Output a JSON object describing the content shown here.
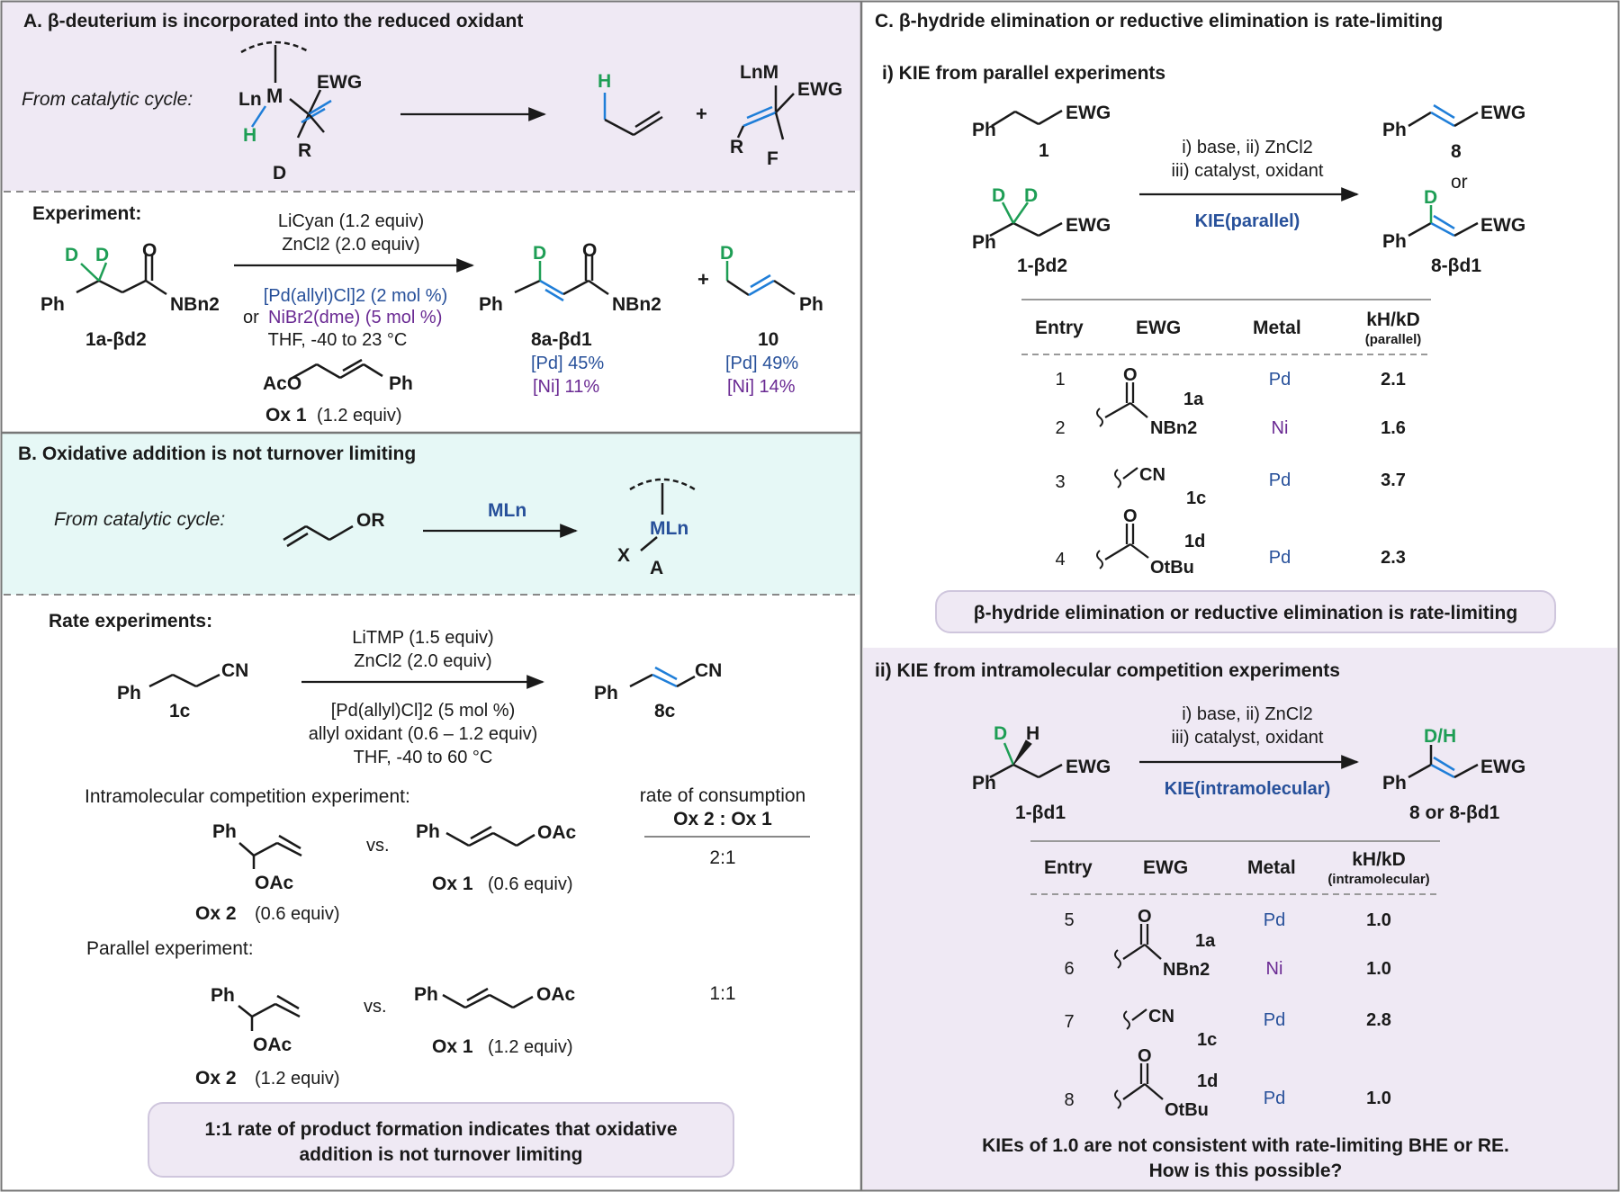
{
  "colors": {
    "blue": "#1f7ed8",
    "green": "#1e9e55",
    "pd_blue": "#27509a",
    "ni_purple": "#6a2a93",
    "panel_lavender": "#efe9f4",
    "panel_mint": "#e6f8f6",
    "border": "#777777"
  },
  "panelA": {
    "title": "A. β-deuterium is incorporated into the reduced oxidant",
    "from_cycle": "From catalytic cycle:",
    "scheme": {
      "Ln": "Ln",
      "M": "M",
      "H": "H",
      "D": "D",
      "R": "R",
      "EWG": "EWG",
      "plus": "+",
      "H_prod": "H",
      "LnM": "LnM",
      "EWG2": "EWG",
      "R2": "R",
      "F": "F"
    },
    "experiment_label": "Experiment:",
    "conditions": {
      "line1": "LiCyan (1.2 equiv)",
      "line2": "ZnCl2 (2.0 equiv)",
      "pd": "[Pd(allyl)Cl]2 (2 mol %)",
      "ni_prefix": "or",
      "ni": "NiBr2(dme) (5 mol %)",
      "solvent": "THF, -40 to 23 °C",
      "ox_label": "Ox 1",
      "ox_equiv": "(1.2 equiv)"
    },
    "sm": {
      "D1": "D",
      "D2": "D",
      "O": "O",
      "Ph": "Ph",
      "N": "NBn2",
      "label": "1a-βd2"
    },
    "prod": {
      "D": "D",
      "O": "O",
      "Ph": "Ph",
      "N": "NBn2",
      "label": "8a-βd1",
      "pd": "[Pd] 45%",
      "ni": "[Ni] 11%"
    },
    "side": {
      "plus": "+",
      "D": "D",
      "Ph": "Ph",
      "label": "10",
      "pd": "[Pd] 49%",
      "ni": "[Ni] 14%"
    },
    "oxidant": {
      "AcO": "AcO",
      "Ph": "Ph"
    }
  },
  "panelB": {
    "title": "B. Oxidative addition is not turnover limiting",
    "from_cycle": "From catalytic cycle:",
    "sm": "OR",
    "reagent": "MLn",
    "prod": {
      "X": "X",
      "ML": "MLn",
      "label": "A"
    },
    "rate_label": "Rate experiments:",
    "conditions": {
      "line1": "LiTMP (1.5 equiv)",
      "line2": "ZnCl2 (2.0 equiv)",
      "line3": "[Pd(allyl)Cl]2 (5 mol %)",
      "line4": "allyl oxidant (0.6 – 1.2 equiv)",
      "line5": "THF, -40 to 60 °C"
    },
    "sm1c": {
      "Ph": "Ph",
      "CN": "CN",
      "label": "1c"
    },
    "prod8c": {
      "Ph": "Ph",
      "CN": "CN",
      "label": "8c"
    },
    "intra_label": "Intramolecular competition experiment:",
    "parallel_label": "Parallel experiment:",
    "rate_header1": "rate of consumption",
    "rate_header2": "Ox 2 : Ox 1",
    "rate_intra": "2:1",
    "rate_parallel": "1:1",
    "ox2": {
      "Ph": "Ph",
      "OAc": "OAc",
      "label": "Ox 2",
      "equiv_intra": "(0.6 equiv)",
      "equiv_par": "(1.2 equiv)"
    },
    "ox1": {
      "Ph": "Ph",
      "OAc": "OAc",
      "label": "Ox 1",
      "equiv_intra": "(0.6 equiv)",
      "equiv_par": "(1.2 equiv)"
    },
    "vs": "vs.",
    "conclusion_l1": "1:1 rate of product formation indicates that oxidative",
    "conclusion_l2": "addition is not turnover limiting"
  },
  "panelC": {
    "title": "C. β-hydride elimination or reductive elimination is rate-limiting",
    "sub1": "i) KIE from parallel experiments",
    "sub2": "ii) KIE from intramolecular competition experiments",
    "cond1": "i) base, ii) ZnCl2",
    "cond2": "iii) catalyst, oxidant",
    "kie_parallel": "KIE(parallel)",
    "kie_intra": "KIE(intramolecular)",
    "s1": {
      "Ph": "Ph",
      "EWG": "EWG",
      "label": "1"
    },
    "s1d2": {
      "D1": "D",
      "D2": "D",
      "Ph": "Ph",
      "EWG": "EWG",
      "label": "1-βd2"
    },
    "p8": {
      "Ph": "Ph",
      "EWG": "EWG",
      "label": "8",
      "or": "or"
    },
    "p8d1": {
      "D": "D",
      "Ph": "Ph",
      "EWG": "EWG",
      "label": "8-βd1"
    },
    "s1d1": {
      "D": "D",
      "H": "H",
      "Ph": "Ph",
      "EWG": "EWG",
      "label": "1-βd1"
    },
    "p8dh": {
      "DH": "D/H",
      "Ph": "Ph",
      "EWG": "EWG",
      "label": "8 or 8-βd1"
    },
    "table1": {
      "headers": [
        "Entry",
        "EWG",
        "Metal",
        "kH/kD",
        "(parallel)"
      ],
      "rows": [
        {
          "entry": "1",
          "metal": "Pd",
          "kie": "2.1"
        },
        {
          "entry": "2",
          "metal": "Ni",
          "kie": "1.6"
        },
        {
          "entry": "3",
          "metal": "Pd",
          "kie": "3.7"
        },
        {
          "entry": "4",
          "metal": "Pd",
          "kie": "2.3"
        }
      ],
      "ewg": {
        "O1": "O",
        "N": "NBn2",
        "L1a": "1a",
        "CN": "CN",
        "L1c": "1c",
        "O2": "O",
        "L1d": "1d",
        "OtBu": "OtBu"
      }
    },
    "conclusion1": "β-hydride elimination or reductive elimination is rate-limiting",
    "table2": {
      "headers": [
        "Entry",
        "EWG",
        "Metal",
        "kH/kD",
        "(intramolecular)"
      ],
      "rows": [
        {
          "entry": "5",
          "metal": "Pd",
          "kie": "1.0"
        },
        {
          "entry": "6",
          "metal": "Ni",
          "kie": "1.0"
        },
        {
          "entry": "7",
          "metal": "Pd",
          "kie": "2.8"
        },
        {
          "entry": "8",
          "metal": "Pd",
          "kie": "1.0"
        }
      ],
      "ewg": {
        "O1": "O",
        "N": "NBn2",
        "L1a": "1a",
        "CN": "CN",
        "L1c": "1c",
        "O2": "O",
        "L1d": "1d",
        "OtBu": "OtBu"
      }
    },
    "conclusion2_l1": "KIEs of 1.0 are not consistent with rate-limiting BHE or RE.",
    "conclusion2_l2": "How is this possible?"
  }
}
